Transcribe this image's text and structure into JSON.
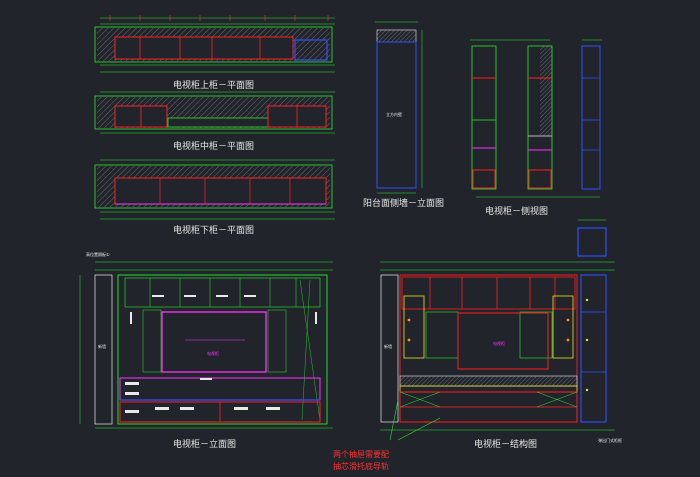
{
  "captions": {
    "upper_plan": "电视柜上柜－平面图",
    "middle_plan": "电视柜中柜－平面图",
    "lower_plan": "电视柜下柜－平面图",
    "balcony_wall": "阳台面侧墙－立面图",
    "side_view": "电视柜－侧视图",
    "front_elevation": "电视柜－立面图",
    "structure": "电视柜－结构图"
  },
  "notes": {
    "drawer_line1": "两个抽屉需要配",
    "drawer_line2": "抽芯滑托底导轨"
  },
  "labels": {
    "balcony_inner": "立方内壁",
    "elev_left_column": "新墙",
    "struct_left_column": "新墙",
    "elev_tv": "电视柜",
    "struct_tv": "电视柜",
    "elev_tag": "高位置隔板①",
    "struct_bottom_right": "弹出门式柜框"
  },
  "colors": {
    "background": "#21252b",
    "green": "#2ee82e",
    "red": "#ff2020",
    "blue": "#3050ff",
    "magenta": "#ff30ff",
    "yellow": "#e8e830",
    "white": "#e8e8e8",
    "cyan": "#30e8e8",
    "gray": "#8a8a8a"
  }
}
